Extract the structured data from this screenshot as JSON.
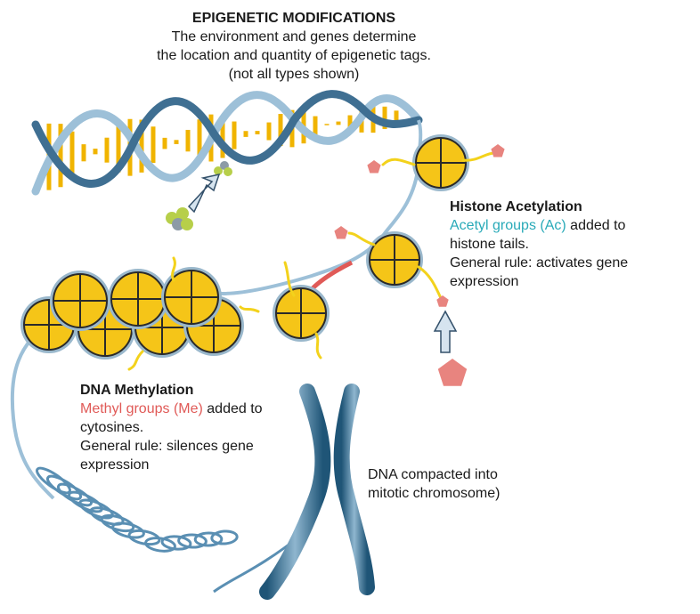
{
  "title": {
    "heading": "EPIGENETIC MODIFICATIONS",
    "line1": "The environment and genes determine",
    "line2": "the location and quantity of epigenetic tags.",
    "line3": "(not all types shown)"
  },
  "acetylation": {
    "heading": "Histone Acetylation",
    "highlight": "Acetyl groups (Ac)",
    "rest1": " added to",
    "line2": "histone tails.",
    "line3": "General rule: activates gene",
    "line4": "expression"
  },
  "methylation": {
    "heading": "DNA Methylation",
    "highlight": "Methyl groups (Me)",
    "rest1": " added to",
    "line2": "cytosines.",
    "line3": "General rule: silences gene",
    "line4": "expression"
  },
  "chromosome": {
    "line1": "DNA compacted into",
    "line2": "mitotic chromosome)"
  },
  "colors": {
    "histone_fill": "#f5c518",
    "histone_ring": "#9ab8cc",
    "dna_backbone": "#4a7fa3",
    "dna_rungs": "#f0b400",
    "acetyl": "#e8847f",
    "methyl": "#b7cf4a",
    "accent_blue": "#29aab8",
    "accent_red": "#e05a57"
  }
}
